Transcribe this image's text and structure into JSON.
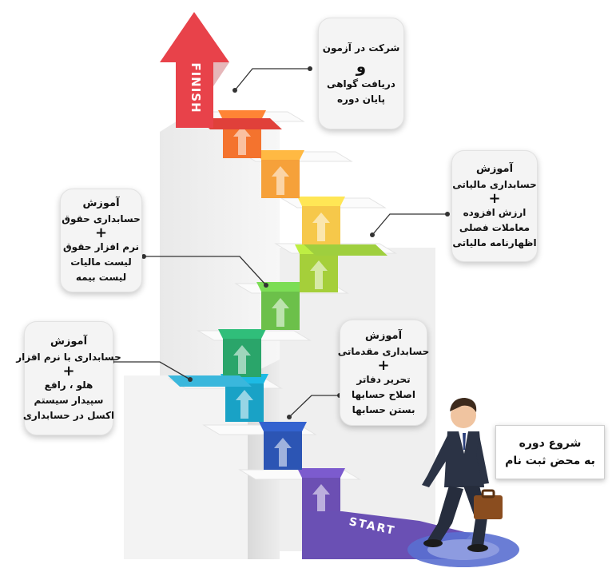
{
  "arrow_label": "FINISH",
  "start_label": "START",
  "cards": {
    "finish": {
      "line1": "شرکت در آزمون",
      "conj": "و",
      "line2": "دریافت گواهی",
      "line3": "پایان دوره"
    },
    "tax": {
      "title": "آموزش",
      "line1": "حسابداری مالیاتی",
      "plus": "+",
      "line2": "ارزش افزوده",
      "line3": "معاملات فصلی",
      "line4": "اظهارنامه مالیاتی"
    },
    "payroll": {
      "title": "آموزش",
      "line1": "حسابداری حقوق",
      "plus": "+",
      "line2": "نرم افزار حقوق",
      "line3": "لیست مالیات",
      "line4": "لیست بیمه"
    },
    "basic": {
      "title": "آموزش",
      "line1": "حسابداری مقدماتی",
      "plus": "+",
      "line2": "تحریر دفاتر",
      "line3": "اصلاح حسابها",
      "line4": "بستن حسابها"
    },
    "software": {
      "title": "آموزش",
      "line1": "حسابداری با نرم افزار",
      "plus": "+",
      "line2": "هلو ، رافع",
      "line3": "سپیدار سیستم",
      "line4": "اکسل در حسابداری"
    }
  },
  "start_card": {
    "line1": "شروع دوره",
    "line2": "به محض ثبت نام"
  },
  "step_colors": [
    "#6c4fb3",
    "#2c55b4",
    "#19a2c6",
    "#2aa56a",
    "#6cc04a",
    "#a5cf3a",
    "#f6c84a",
    "#f6a13a",
    "#f4732e",
    "#e0403a"
  ],
  "arrow_color": "#e8424a"
}
